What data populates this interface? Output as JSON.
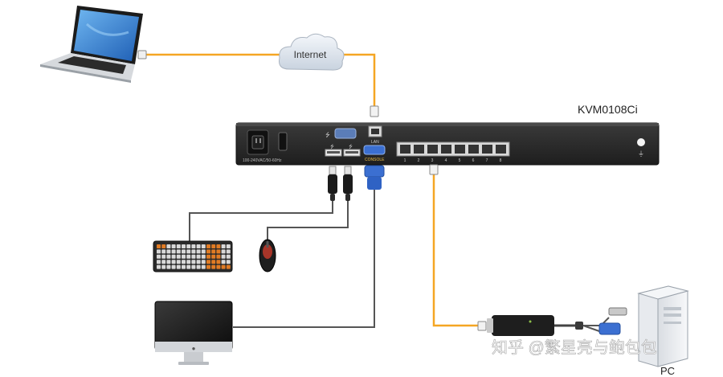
{
  "cloud": {
    "label": "Internet"
  },
  "device": {
    "model": "KVM0108Ci",
    "power_rating": "100-240VAC/50-60Hz",
    "lan_label": "LAN",
    "console_label": "CONSOLE",
    "usb_symbol": "⭍",
    "port_numbers": [
      "1",
      "2",
      "3",
      "4",
      "5",
      "6",
      "7",
      "8"
    ]
  },
  "pc": {
    "label": "PC"
  },
  "watermark": "知乎 @繁星亮与鲍包包",
  "colors": {
    "ethernet_cable": "#f5a623",
    "vga_cable": "#3b6fd1",
    "device_body": "#2b2b2b"
  }
}
